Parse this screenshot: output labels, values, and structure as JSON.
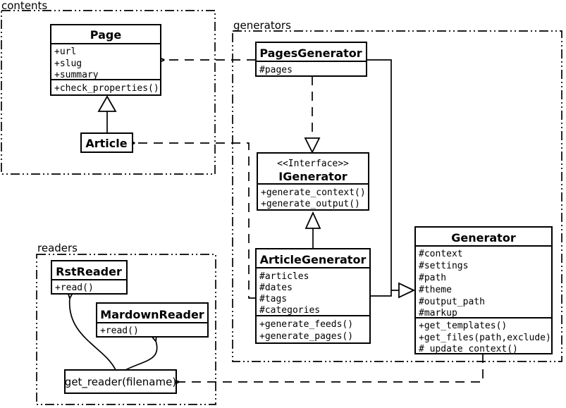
{
  "colors": {
    "line": "#000000",
    "background": "#ffffff",
    "box_fill": "#ffffff"
  },
  "packages": {
    "contents": {
      "label": "contents"
    },
    "generators": {
      "label": "generators"
    },
    "readers": {
      "label": "readers"
    }
  },
  "classes": {
    "page": {
      "name": "Page",
      "attributes": [
        "+url",
        "+slug",
        "+summary"
      ],
      "methods": [
        "+check_properties()"
      ]
    },
    "article": {
      "name": "Article"
    },
    "pages_generator": {
      "name": "PagesGenerator",
      "attributes": [
        "#pages"
      ]
    },
    "igenerator": {
      "stereotype": "<<Interface>>",
      "name": "IGenerator",
      "methods": [
        "+generate_context()",
        "+generate_output()"
      ]
    },
    "article_generator": {
      "name": "ArticleGenerator",
      "attributes": [
        "#articles",
        "#dates",
        "#tags",
        "#categories"
      ],
      "methods": [
        "+generate_feeds()",
        "+generate_pages()"
      ]
    },
    "generator": {
      "name": "Generator",
      "attributes": [
        "#context",
        "#settings",
        "#path",
        "#theme",
        "#output_path",
        "#markup"
      ],
      "methods": [
        "+get_templates()",
        "+get_files(path,exclude)",
        "#_update_context()"
      ]
    },
    "rst_reader": {
      "name": "RstReader",
      "methods": [
        "+read()"
      ]
    },
    "mardown_reader": {
      "name": "MardownReader",
      "methods": [
        "+read()"
      ]
    },
    "get_reader": {
      "name": "get_reader(filename)"
    }
  },
  "relationships": [
    {
      "type": "inheritance",
      "from": "Article",
      "to": "Page",
      "style": "solid-hollow-triangle"
    },
    {
      "type": "dependency",
      "from": "PagesGenerator",
      "to": "Page",
      "style": "dashed-open-arrow"
    },
    {
      "type": "realization",
      "from": "PagesGenerator",
      "to": "IGenerator",
      "style": "dashed-hollow-triangle"
    },
    {
      "type": "inheritance",
      "from": "ArticleGenerator",
      "to": "IGenerator",
      "style": "solid-hollow-triangle"
    },
    {
      "type": "inheritance",
      "from": "PagesGenerator, ArticleGenerator",
      "to": "Generator",
      "style": "solid-hollow-triangle"
    },
    {
      "type": "dependency",
      "from": "ArticleGenerator",
      "to": "Article",
      "style": "dashed-open-arrow"
    },
    {
      "type": "dependency",
      "from": "Generator",
      "to": "get_reader(filename)",
      "style": "dashed-open-arrow"
    },
    {
      "type": "call",
      "from": "get_reader(filename)",
      "to": "RstReader",
      "style": "curved-open-arrow"
    },
    {
      "type": "call",
      "from": "get_reader(filename)",
      "to": "MardownReader",
      "style": "curved-open-arrow"
    }
  ]
}
